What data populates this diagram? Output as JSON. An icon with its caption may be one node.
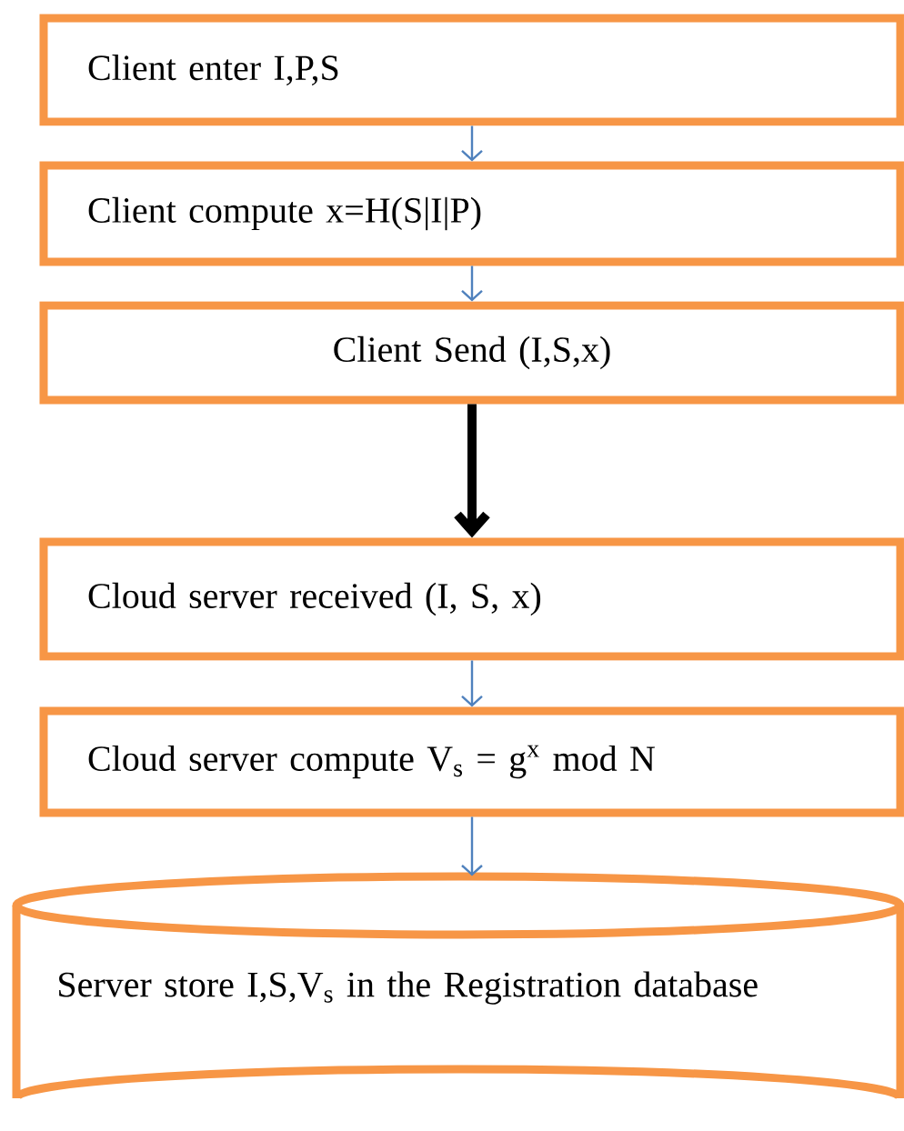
{
  "diagram": {
    "nodes": [
      {
        "text": [
          "Client enter I,P,S"
        ]
      },
      {
        "text": [
          "Client compute x=H(S|I|P)"
        ]
      },
      {
        "text": [
          "Client Send (I,S,x)"
        ]
      },
      {
        "text": [
          "Cloud server received (I, S, x)"
        ]
      },
      {
        "text": [
          "Cloud server compute V$_{s}$ = g$^{x}$ mod N"
        ]
      },
      {
        "text": [
          "Server store I,S,V$_{s}$ in the Registration database"
        ]
      }
    ],
    "edges": [
      {
        "from": 0,
        "to": 1,
        "arrow": "to"
      },
      {
        "from": 1,
        "to": 2,
        "arrow": "to"
      },
      {
        "from": 2,
        "to": 3,
        "arrow": "to",
        "style": "thick",
        "color": "#000000"
      },
      {
        "from": 3,
        "to": 4,
        "arrow": "to"
      },
      {
        "from": 4,
        "to": 5,
        "arrow": "to"
      }
    ]
  }
}
